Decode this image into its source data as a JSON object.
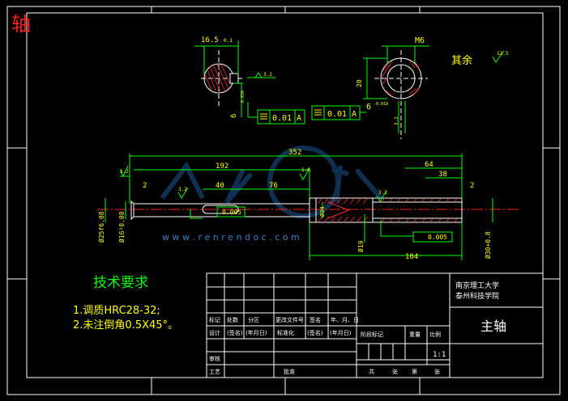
{
  "corner_title": "轴",
  "section_views": {
    "left": {
      "width_dim": "16.5",
      "tol_small": "0.1",
      "depth_dim": "6",
      "tol_depth": "-0.030\n+0.030",
      "roughness": "3.2",
      "tolerance_box": [
        "0.01",
        "A"
      ]
    },
    "right": {
      "thread": "M6",
      "depth_dim": "20",
      "tol_depth": "-0.1",
      "width_dim": "6",
      "tol_width": "-0.018\n+0.018",
      "roughness": "3.2",
      "tolerance_box": [
        "0.01",
        "A"
      ]
    }
  },
  "remaining_surface": {
    "label": "其余",
    "roughness": "12.5"
  },
  "dimensions": {
    "overall": "352",
    "d192": "192",
    "d40": "40",
    "d76": "76",
    "d64": "64",
    "d38": "38",
    "d104": "104",
    "d2_left": "2",
    "d2_right": "2",
    "dia_left_a": "Ø25f6.08",
    "dia_left_b": "Ø16²0.08",
    "dia_mid": "Ø19",
    "dia_right": "Ø30+0.8",
    "dia_small": "Ø24",
    "runout_left": "0.005",
    "runout_right": "0.005",
    "rough_a": "3.2",
    "rough_b": "3.2",
    "rough_c": "1.6",
    "rough_d": "3.2"
  },
  "watermark": "w w w . r e n r e n d o c . c o m",
  "tech_requirements": {
    "title": "技术要求",
    "items": [
      "1.调质HRC28-32;",
      "2.未注倒角0.5X45°。"
    ]
  },
  "title_block": {
    "school": "南京理工大学",
    "college": "泰州科技学院",
    "part_name": "主轴",
    "scale": "1:1",
    "labels_row1": [
      "标记",
      "处数",
      "分区",
      "更改文件号",
      "签名",
      "年、月、日"
    ],
    "labels_row2": [
      "设计",
      "(签名)",
      "(年月日)",
      "标准化",
      "(签名)",
      "(年月日)"
    ],
    "labels_right": [
      "阶段标记",
      "重量",
      "比例"
    ],
    "row_review": "审核",
    "row_process": "工艺",
    "row_approve": "批准",
    "sheet_row": [
      "共",
      "张",
      "第",
      "张"
    ]
  },
  "colors": {
    "line": "#00ff00",
    "white": "#ffffff",
    "red": "#ff2020",
    "yellow": "#ffff00",
    "cyan": "#00c8ff",
    "hatch": "#ff3030"
  }
}
